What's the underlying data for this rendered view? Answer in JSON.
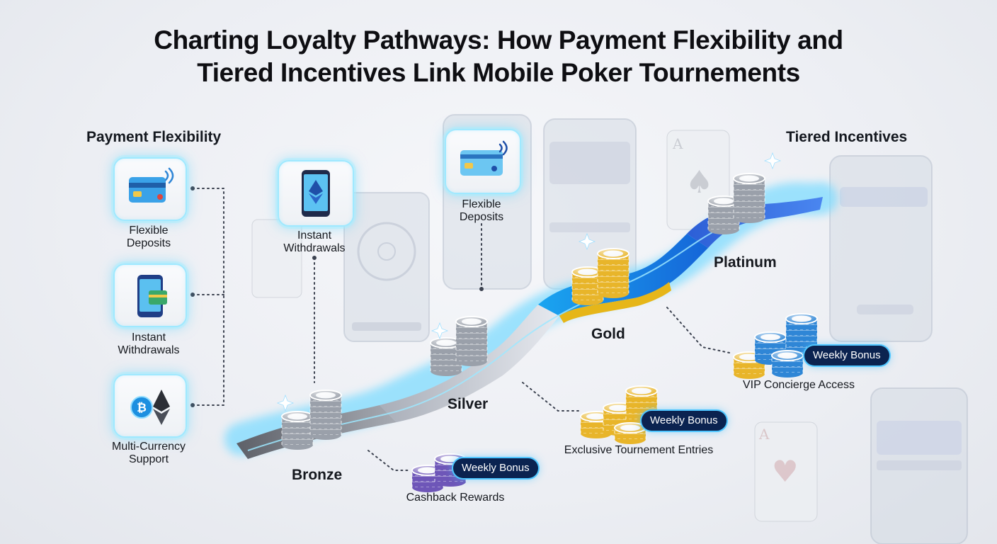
{
  "title": {
    "line1": "Charting Loyalty Pathways: How Payment Flexibility and",
    "line2": "Tiered Incentives Link Mobile Poker Tournements"
  },
  "payment_flexibility": {
    "heading": "Payment Flexibility",
    "items": [
      {
        "label_line1": "Flexible",
        "label_line2": "Deposits",
        "icon": "credit-card-icon"
      },
      {
        "label_line1": "Instant",
        "label_line2": "Withdrawals",
        "icon": "mobile-wallet-icon"
      },
      {
        "label_line1": "Multi-Currency",
        "label_line2": "Support",
        "icon": "crypto-coins-icon"
      }
    ]
  },
  "path_callouts": [
    {
      "label_line1": "Instant",
      "label_line2": "Withdrawals",
      "icon": "phone-ethereum-icon"
    },
    {
      "label_line1": "Flexible",
      "label_line2": "Deposits",
      "icon": "credit-card-icon"
    }
  ],
  "tiered_incentives": {
    "heading": "Tiered Incentives",
    "tiers": [
      "Bronze",
      "Silver",
      "Gold",
      "Platinum"
    ],
    "rewards": [
      {
        "label": "Cashback Rewards",
        "badge": "Weekly Bonus",
        "chip_color": "#6e56b8"
      },
      {
        "label": "Exclusive Tournement Entries",
        "badge": "Weekly Bonus",
        "chip_color": "#e8b52a"
      },
      {
        "label": "VIP Concierge Access",
        "badge": "Weekly Bonus",
        "chip_color": "#2f86d6"
      }
    ]
  },
  "colors": {
    "bronze_path": "#8d9098",
    "silver_path": "#c7ccd6",
    "gold_path": "#1f86e0",
    "gold_edge": "#e6b619",
    "platinum_path": "#2a63d8",
    "glow": "#63d6ff",
    "badge_bg": "#0b2350"
  }
}
